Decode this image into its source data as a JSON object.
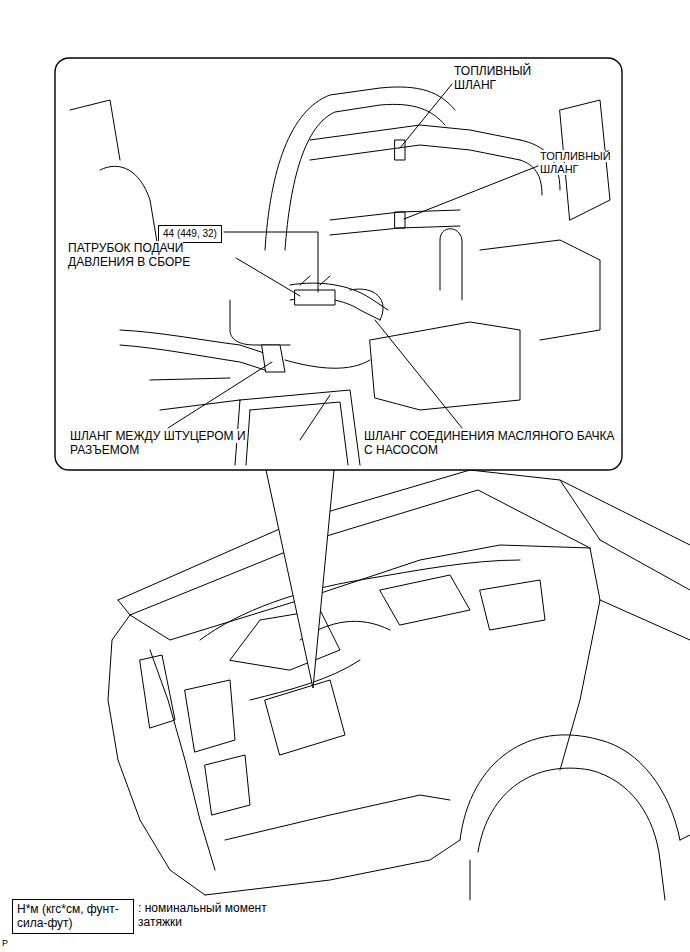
{
  "diagram": {
    "nodes": [
      {
        "text": [
          "44 (449, 32)"
        ]
      },
      {
        "text": [
          "Н*м (кгс*см, фунт-сила-фут)"
        ]
      }
    ],
    "labels": [
      "ТОПЛИВНЫЙ ШЛАНГ",
      "ТОПЛИВНЫЙ ШЛАНГ",
      "ПАТРУБОК ПОДАЧИ ДАВЛЕНИЯ В СБОРЕ",
      "ШЛАНГ МЕЖДУ ШТУЦЕРОМ И РАЗЪЕМОМ",
      "ШЛАНГ СОЕДИНЕНИЯ МАСЛЯНОГО БАЧКА С НАСОСОМ",
      "P"
    ],
    "legend": [
      {
        "text": ": номинальный момент затяжки"
      }
    ]
  }
}
